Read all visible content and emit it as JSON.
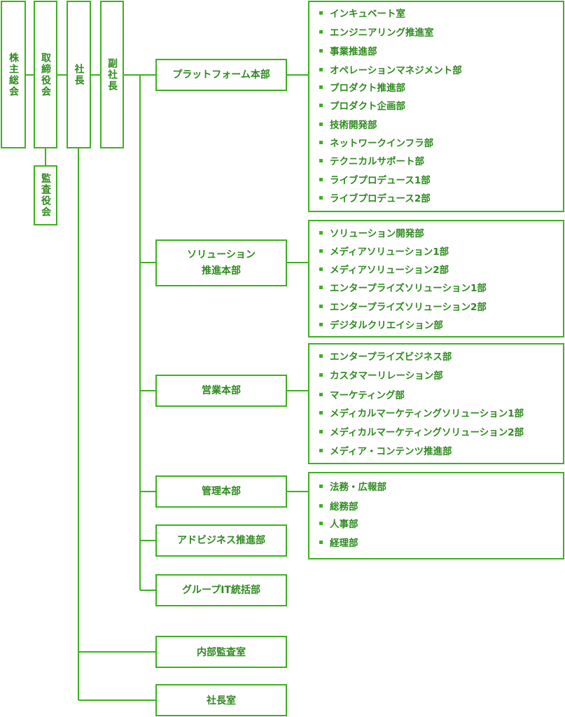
{
  "top_chain": [
    {
      "id": "shareholders",
      "label": "株主総会"
    },
    {
      "id": "board",
      "label": "取締役会"
    },
    {
      "id": "president",
      "label": "社長"
    },
    {
      "id": "vice_president",
      "label": "副社長"
    }
  ],
  "audit_board": {
    "label": "監査役会"
  },
  "departments": [
    {
      "id": "platform",
      "label": "プラットフォーム本部",
      "units": [
        "インキュベート室",
        "エンジニアリング推進室",
        "事業推進部",
        "オペレーションマネジメント部",
        "プロダクト推進部",
        "プロダクト企画部",
        "技術開発部",
        "ネットワークインフラ部",
        "テクニカルサポート部",
        "ライブプロデュース1部",
        "ライブプロデュース2部"
      ]
    },
    {
      "id": "solution",
      "label": "ソリューション\n推進本部",
      "units": [
        "ソリューション開発部",
        "メディアソリューション1部",
        "メディアソリューション2部",
        "エンタープライズソリューション1部",
        "エンタープライズソリューション2部",
        "デジタルクリエイション部"
      ]
    },
    {
      "id": "sales",
      "label": "営業本部",
      "units": [
        "エンタープライズビジネス部",
        "カスタマーリレーション部",
        "マーケティング部",
        "メディカルマーケティングソリューション1部",
        "メディカルマーケティングソリューション2部",
        "メディア・コンテンツ推進部"
      ]
    },
    {
      "id": "admin",
      "label": "管理本部",
      "units": [
        "法務・広報部",
        "総務部",
        "人事部",
        "経理部"
      ]
    },
    {
      "id": "adbiz",
      "label": "アドビジネス推進部",
      "units": []
    },
    {
      "id": "groupit",
      "label": "グループIT統括部",
      "units": []
    }
  ],
  "president_offices": [
    {
      "id": "internal_audit",
      "label": "内部監査室"
    },
    {
      "id": "president_office",
      "label": "社長室"
    }
  ]
}
